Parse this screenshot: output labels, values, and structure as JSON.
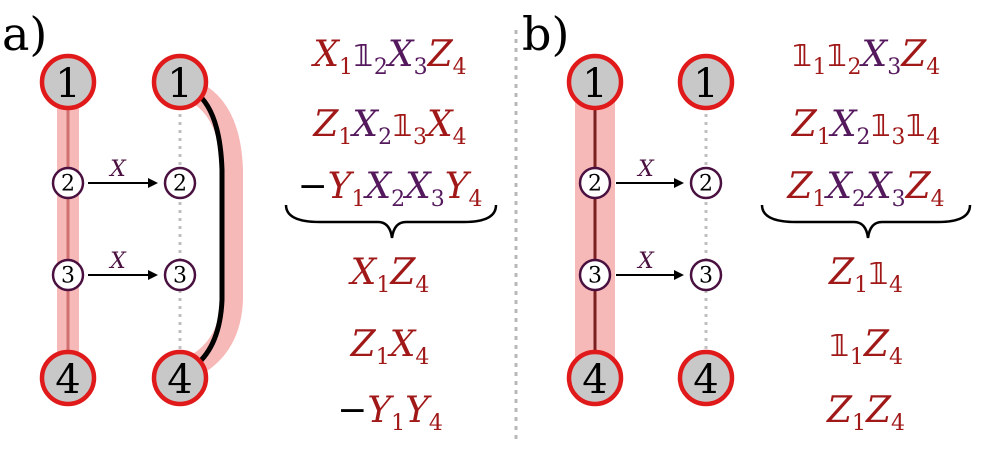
{
  "panels": [
    {
      "label": "a)",
      "nodes": [
        "1",
        "2",
        "3",
        "4"
      ],
      "operator": "X",
      "terms_top": [
        [
          [
            "X",
            "r"
          ],
          [
            "1",
            "rs"
          ],
          [
            "𝟙",
            "p"
          ],
          [
            "2",
            "ps"
          ],
          [
            "X",
            "p"
          ],
          [
            "3",
            "ps"
          ],
          [
            "Z",
            "r"
          ],
          [
            "4",
            "rs"
          ]
        ],
        [
          [
            "Z",
            "r"
          ],
          [
            "1",
            "rs"
          ],
          [
            "X",
            "p"
          ],
          [
            "2",
            "ps"
          ],
          [
            "𝟙",
            "r"
          ],
          [
            "3",
            "rs"
          ],
          [
            "X",
            "r"
          ],
          [
            "4",
            "rs"
          ]
        ],
        [
          [
            "−",
            "k"
          ],
          [
            "Y",
            "r"
          ],
          [
            "1",
            "rs"
          ],
          [
            "X",
            "p"
          ],
          [
            "2",
            "ps"
          ],
          [
            "X",
            "p"
          ],
          [
            "3",
            "ps"
          ],
          [
            "Y",
            "r"
          ],
          [
            "4",
            "rs"
          ]
        ]
      ],
      "terms_bottom": [
        [
          [
            "X",
            "r"
          ],
          [
            "1",
            "rs"
          ],
          [
            "Z",
            "r"
          ],
          [
            "4",
            "rs"
          ]
        ],
        [
          [
            "Z",
            "r"
          ],
          [
            "1",
            "rs"
          ],
          [
            "X",
            "r"
          ],
          [
            "4",
            "rs"
          ]
        ],
        [
          [
            "−",
            "k"
          ],
          [
            "Y",
            "r"
          ],
          [
            "1",
            "rs"
          ],
          [
            "Y",
            "r"
          ],
          [
            "4",
            "rs"
          ]
        ]
      ]
    },
    {
      "label": "b)",
      "nodes": [
        "1",
        "2",
        "3",
        "4"
      ],
      "operator": "X",
      "terms_top": [
        [
          [
            "𝟙",
            "r"
          ],
          [
            "1",
            "rs"
          ],
          [
            "𝟙",
            "r"
          ],
          [
            "2",
            "rs"
          ],
          [
            "X",
            "p"
          ],
          [
            "3",
            "ps"
          ],
          [
            "Z",
            "r"
          ],
          [
            "4",
            "rs"
          ]
        ],
        [
          [
            "Z",
            "r"
          ],
          [
            "1",
            "rs"
          ],
          [
            "X",
            "p"
          ],
          [
            "2",
            "ps"
          ],
          [
            "𝟙",
            "r"
          ],
          [
            "3",
            "rs"
          ],
          [
            "𝟙",
            "r"
          ],
          [
            "4",
            "rs"
          ]
        ],
        [
          [
            "Z",
            "r"
          ],
          [
            "1",
            "rs"
          ],
          [
            "X",
            "p"
          ],
          [
            "2",
            "ps"
          ],
          [
            "X",
            "p"
          ],
          [
            "3",
            "ps"
          ],
          [
            "Z",
            "r"
          ],
          [
            "4",
            "rs"
          ]
        ]
      ],
      "terms_bottom": [
        [
          [
            "Z",
            "r"
          ],
          [
            "1",
            "rs"
          ],
          [
            "𝟙",
            "r"
          ],
          [
            "4",
            "rs"
          ]
        ],
        [
          [
            "𝟙",
            "r"
          ],
          [
            "1",
            "rs"
          ],
          [
            "Z",
            "r"
          ],
          [
            "4",
            "rs"
          ]
        ],
        [
          [
            "Z",
            "r"
          ],
          [
            "1",
            "rs"
          ],
          [
            "Z",
            "r"
          ],
          [
            "4",
            "rs"
          ]
        ]
      ]
    }
  ],
  "colors": {
    "node_stroke": "#e01a1a",
    "node_fill": "#c8c8c8",
    "highlight": "#f7b8b8",
    "term_red": "#a01818",
    "term_purple": "#54195c",
    "small_node_stroke": "#4a1040"
  }
}
